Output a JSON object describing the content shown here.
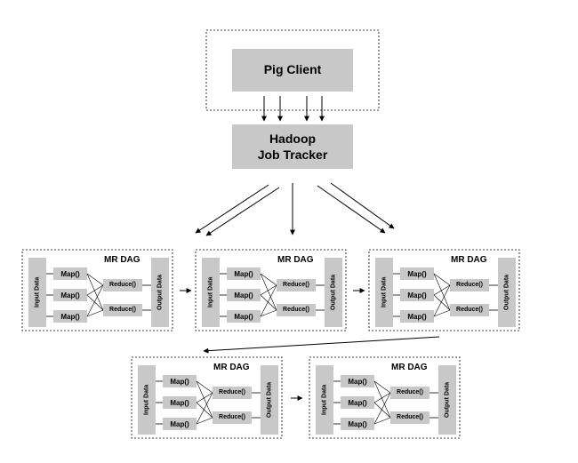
{
  "client": {
    "label": "Pig Client"
  },
  "tracker": {
    "line1": "Hadoop",
    "line2": "Job Tracker"
  },
  "dag": {
    "title": "MR DAG",
    "input_label": "Input Data",
    "output_label": "Output Data",
    "map_label": "Map()",
    "reduce_label": "Reduce()"
  },
  "colors": {
    "box_fill": "#c8c8c8",
    "stroke": "#000000"
  }
}
